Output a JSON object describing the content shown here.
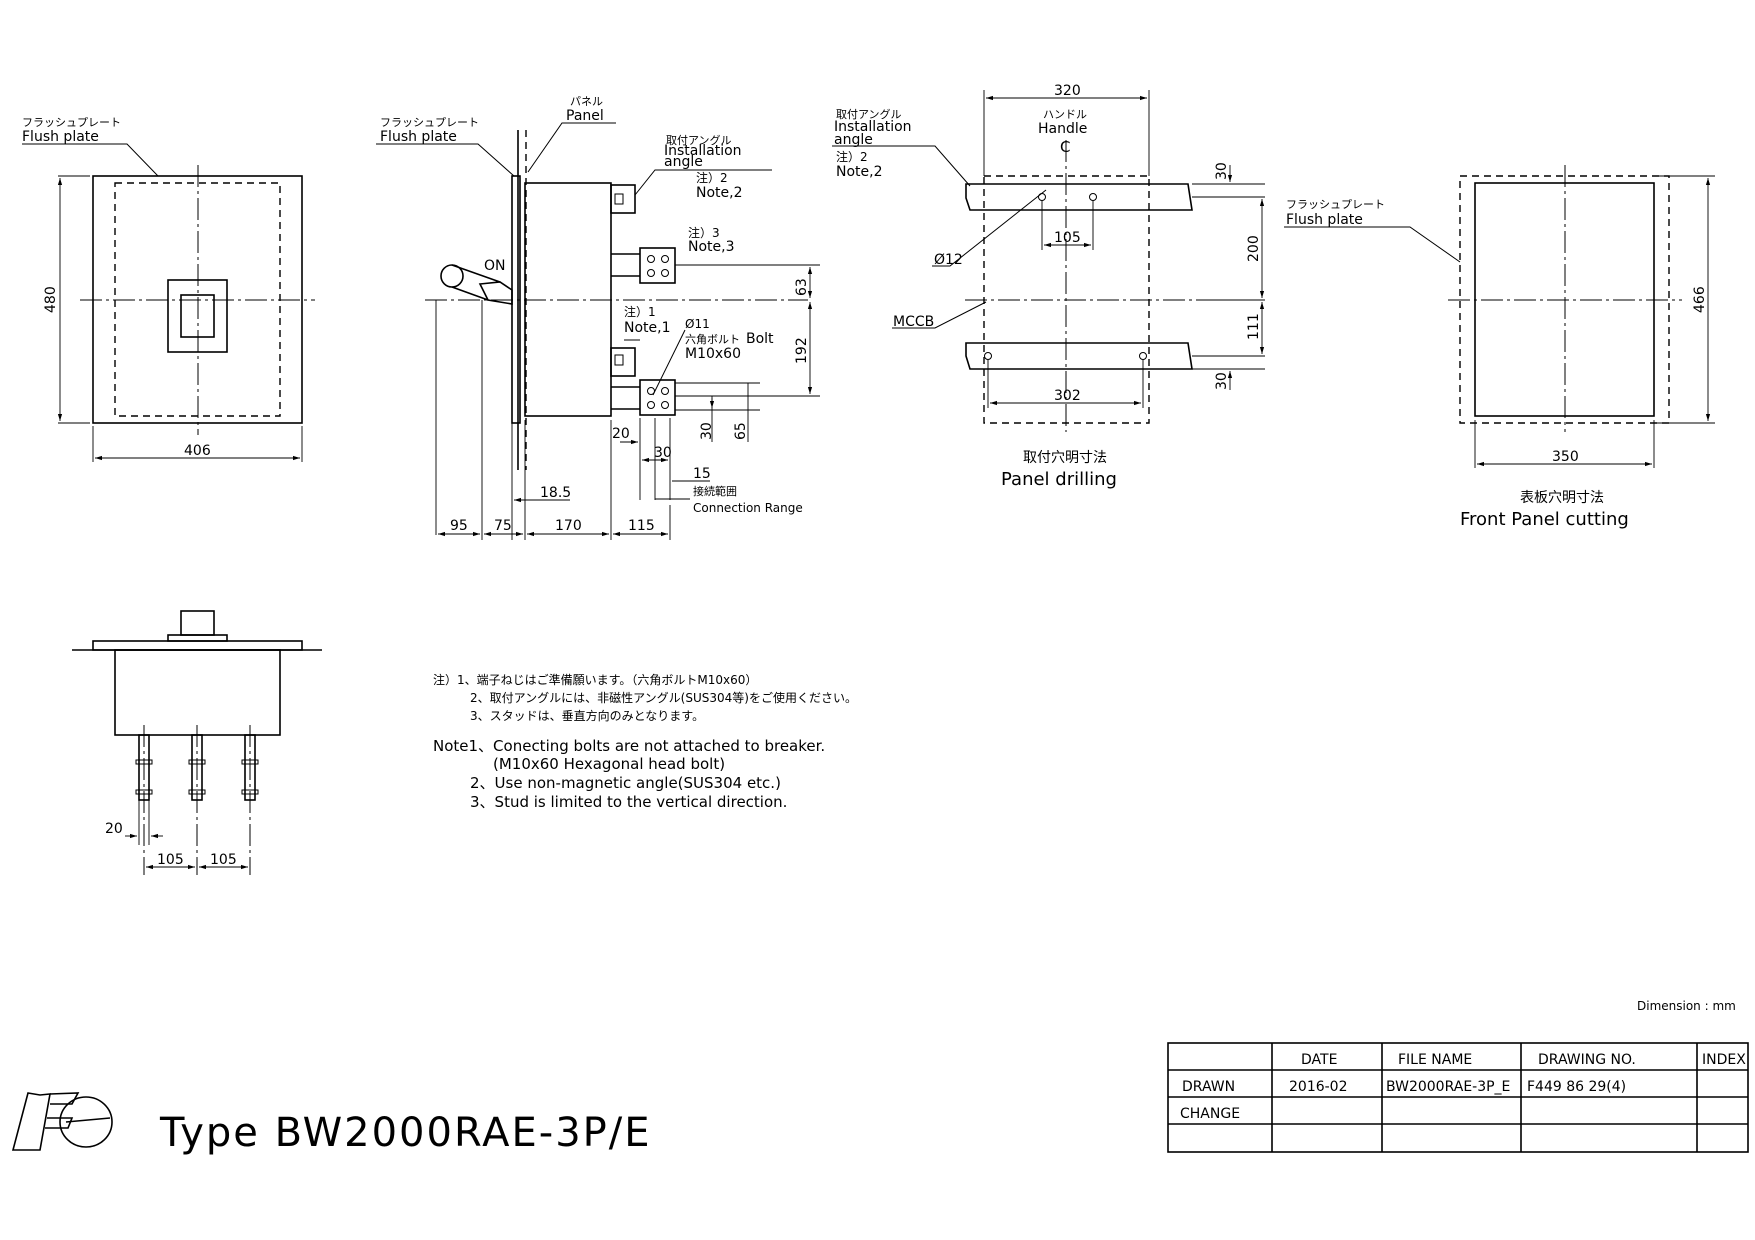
{
  "title": {
    "logo_text": "Fe",
    "type_label": "Type BW2000RAE-3P/E"
  },
  "front_view": {
    "label_jp": "フラッシュプレート",
    "label_en": "Flush plate",
    "dim_height": "480",
    "dim_width": "406"
  },
  "side_view": {
    "panel_jp": "パネル",
    "panel_en": "Panel",
    "flush_jp": "フラッシュプレート",
    "flush_en": "Flush plate",
    "angle_jp": "取付アングル",
    "angle_en1": "Installation",
    "angle_en2": "angle",
    "note2_jp": "注）2",
    "note2_en": "Note,2",
    "note3_jp": "注）3",
    "note3_en": "Note,3",
    "note1_jp": "注）1",
    "note1_en": "Note,1",
    "bolt_dia": "Ø11",
    "bolt_jp": "六角ボルト",
    "bolt_en": "Bolt",
    "bolt_size": "M10x60",
    "on_label": "ON",
    "dim_63": "63",
    "dim_192": "192",
    "dim_30": "30",
    "dim_65": "65",
    "dim_20": "20",
    "dim_30b": "30",
    "dim_15": "15",
    "range_jp": "接続範囲",
    "range_en": "Connection Range",
    "dim_18_5": "18.5",
    "dim_95": "95",
    "dim_75": "75",
    "dim_170": "170",
    "dim_115": "115"
  },
  "panel_drilling": {
    "angle_jp": "取付アングル",
    "angle_en1": "Installation",
    "angle_en2": "angle",
    "note2_jp": "注）2",
    "note2_en": "Note,2",
    "handle_jp": "ハンドル",
    "handle_en": "Handle",
    "cl": "C",
    "dim_320": "320",
    "dim_30a": "30",
    "dim_200": "200",
    "dim_105": "105",
    "dia_12": "Ø12",
    "mccb": "MCCB",
    "dim_111": "111",
    "dim_302": "302",
    "dim_30b": "30",
    "caption_jp": "取付穴明寸法",
    "caption_en": "Panel drilling"
  },
  "front_panel_cutting": {
    "label_jp": "フラッシュプレート",
    "label_en": "Flush plate",
    "dim_466": "466",
    "dim_350": "350",
    "caption_jp": "表板穴明寸法",
    "caption_en": "Front Panel cutting"
  },
  "top_view": {
    "dim_20": "20",
    "dim_105a": "105",
    "dim_105b": "105"
  },
  "notes": {
    "jp1": "注）1、端子ねじはご準備願います。（六角ボルトM10x60）",
    "jp2": "2、取付アングルには、非磁性アングル(SUS304等)をご使用ください。",
    "jp3": "3、スタッドは、垂直方向のみとなります。",
    "en1": "Note1、Conecting bolts are not attached to breaker.",
    "en1b": "(M10x60 Hexagonal head bolt)",
    "en2": "2、Use non-magnetic angle(SUS304 etc.)",
    "en3": "3、Stud is limited to the vertical direction."
  },
  "dimension_unit": "Dimension : mm",
  "title_block": {
    "headers": [
      "",
      "DATE",
      "FILE NAME",
      "DRAWING NO.",
      "INDEX"
    ],
    "rows": [
      [
        "DRAWN",
        "2016-02",
        "BW2000RAE-3P_E",
        "F449 86 29(4)",
        ""
      ],
      [
        "CHANGE",
        "",
        "",
        "",
        ""
      ],
      [
        "",
        "",
        "",
        "",
        ""
      ]
    ]
  }
}
